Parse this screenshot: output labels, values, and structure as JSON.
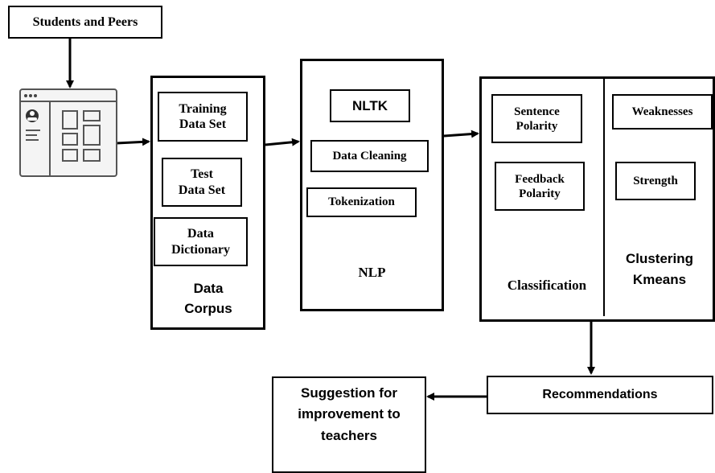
{
  "source": {
    "label": "Students and Peers"
  },
  "app_icon": {
    "name": "app-window-icon"
  },
  "corpus": {
    "training": "Training\nData Set",
    "test": "Test\nData Set",
    "dictionary": "Data\nDictionary",
    "title": "Data\nCorpus"
  },
  "nlp": {
    "nltk": "NLTK",
    "cleaning": "Data Cleaning",
    "tokenization": "Tokenization",
    "title": "NLP"
  },
  "classification": {
    "sentence": "Sentence\nPolarity",
    "feedback": "Feedback\nPolarity",
    "title": "Classification"
  },
  "clustering": {
    "weaknesses": "Weaknesses",
    "strength": "Strength",
    "title": "Clustering\nKmeans"
  },
  "recommendations": {
    "label": "Recommendations"
  },
  "suggestion": {
    "label": "Suggestion for\nimprovement to\nteachers"
  }
}
